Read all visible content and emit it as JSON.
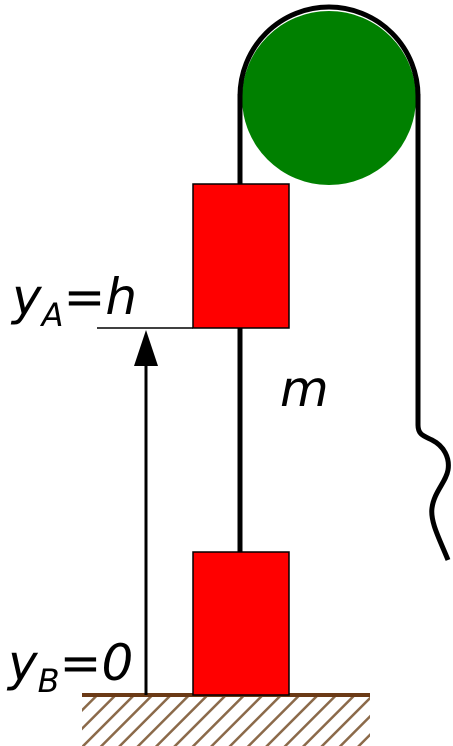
{
  "labels": {
    "ya_var": "y",
    "ya_sub": "A",
    "ya_rhs": "=h",
    "yb_var": "y",
    "yb_sub": "B",
    "yb_rhs": "=0",
    "mass": "m"
  },
  "colors": {
    "pulley": "#008000",
    "block": "#ff0000",
    "rope": "#000000",
    "ground_line": "#6b3a16",
    "hatch": "#8b6a4a"
  }
}
